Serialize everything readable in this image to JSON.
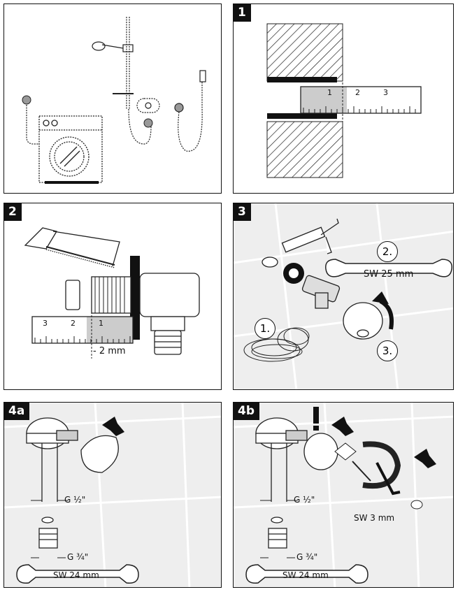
{
  "panels": {
    "p0": {
      "label": ""
    },
    "p1": {
      "label": "1",
      "ruler": [
        "1",
        "2",
        "3"
      ]
    },
    "p2": {
      "label": "2",
      "ruler": [
        "3",
        "2",
        "1"
      ],
      "gap": "- 2 mm"
    },
    "p3": {
      "label": "3",
      "steps": [
        "1.",
        "2.",
        "3."
      ],
      "wrench": "SW 25 mm"
    },
    "p4a": {
      "label": "4a",
      "thread_top": "G ½\"",
      "thread_bottom": "G ¾\"",
      "wrench": "SW 24 mm"
    },
    "p4b": {
      "label": "4b",
      "thread_top": "G ½\"",
      "thread_bottom": "G ¾\"",
      "wrench": "SW 24 mm",
      "hex_key": "SW 3 mm"
    }
  }
}
